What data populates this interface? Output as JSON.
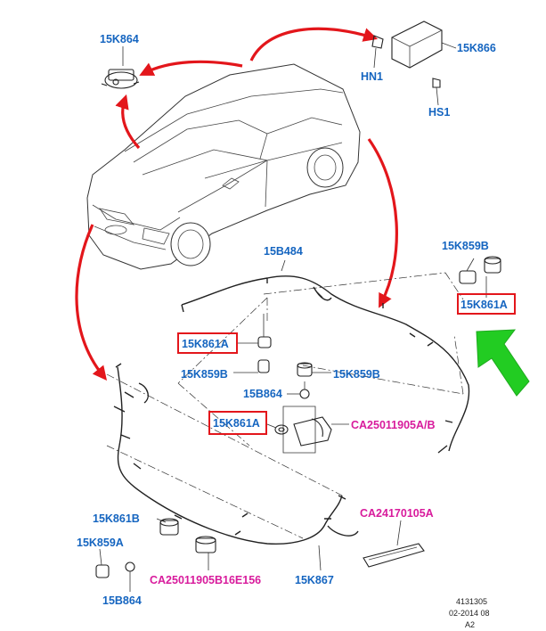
{
  "colors": {
    "part_label": "#1565c0",
    "accessory_label": "#d81b9c",
    "arrow": "#e3161b",
    "highlight_box": "#e3161b",
    "pointer_arrow": "#22cc22"
  },
  "labels": {
    "k864_top": "15K864",
    "k866": "15K866",
    "hn1": "HN1",
    "hs1": "HS1",
    "b484": "15B484",
    "k859b_right": "15K859B",
    "k861a_right": "15K861A",
    "k861a_mid_top": "15K861A",
    "k859b_mid_left": "15K859B",
    "k859b_mid_right": "15K859B",
    "b864_mid": "15B864",
    "k861a_mid": "15K861A",
    "ca25011905ab": "CA25011905A/B",
    "ca24170105a": "CA24170105A",
    "k861b": "15K861B",
    "k859a": "15K859A",
    "ca25011905b16e156": "CA25011905B16E156",
    "k867": "15K867",
    "b864_bottom": "15B864"
  },
  "footer": {
    "drawing_number": "4131305",
    "date": "02-2014 08",
    "revision": "A2"
  }
}
